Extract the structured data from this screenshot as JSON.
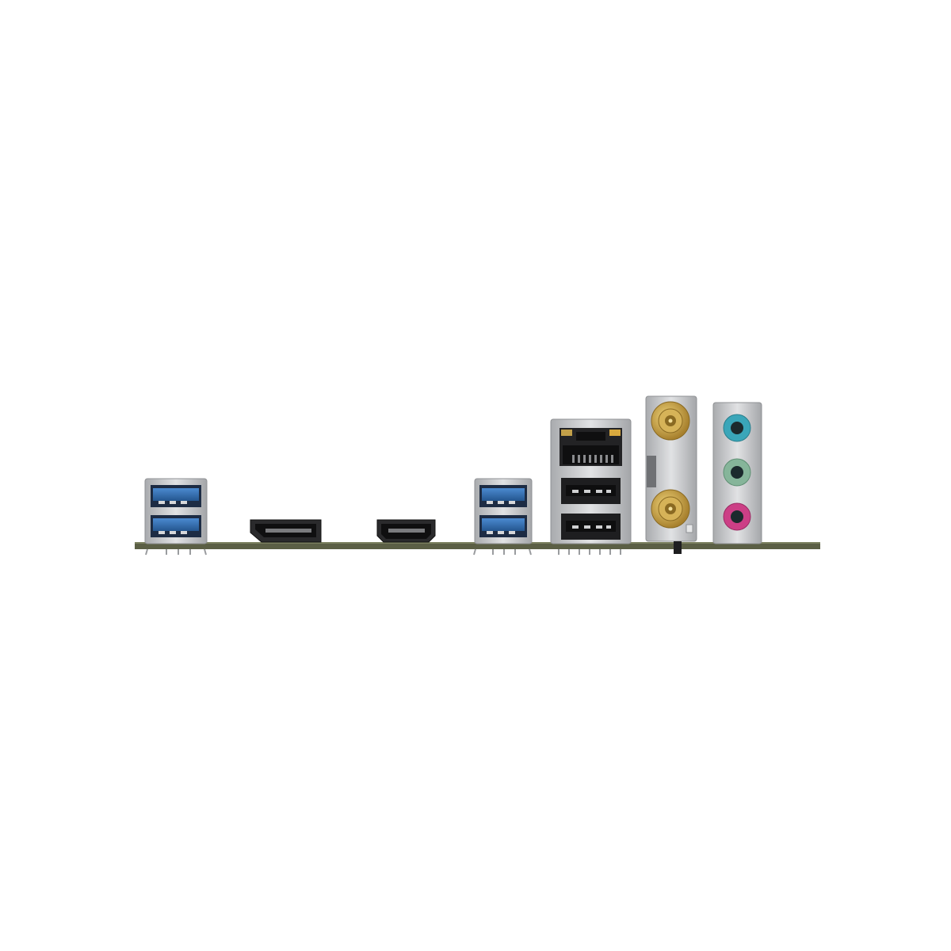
{
  "scene": {
    "subject": "motherboard-rear-io-panel",
    "colors": {
      "background": "#ffffff",
      "pcb": "#5b5f45",
      "usb3_blue": "#2f6fb3",
      "usb3_blue_dark": "#1f4f86",
      "metal": "#c9cacc",
      "metal_dark": "#9ea0a3",
      "connector_black": "#1e1e20",
      "sma_gold": "#c9a646",
      "audio_line_in": "#3aa6b9",
      "audio_line_out": "#86b59a",
      "audio_mic": "#cc3f86"
    },
    "ports": [
      {
        "name": "usb3-dual-left",
        "icon": "usb-3-icon"
      },
      {
        "name": "displayport",
        "icon": "displayport-icon"
      },
      {
        "name": "hdmi",
        "icon": "hdmi-icon"
      },
      {
        "name": "usb3-dual-right",
        "icon": "usb-3-icon"
      },
      {
        "name": "rj45-usb2-stack",
        "icon": "ethernet-icon"
      },
      {
        "name": "wifi-antenna-sma",
        "icon": "antenna-icon"
      },
      {
        "name": "audio-jacks",
        "icon": "audio-jack-icon"
      }
    ]
  }
}
